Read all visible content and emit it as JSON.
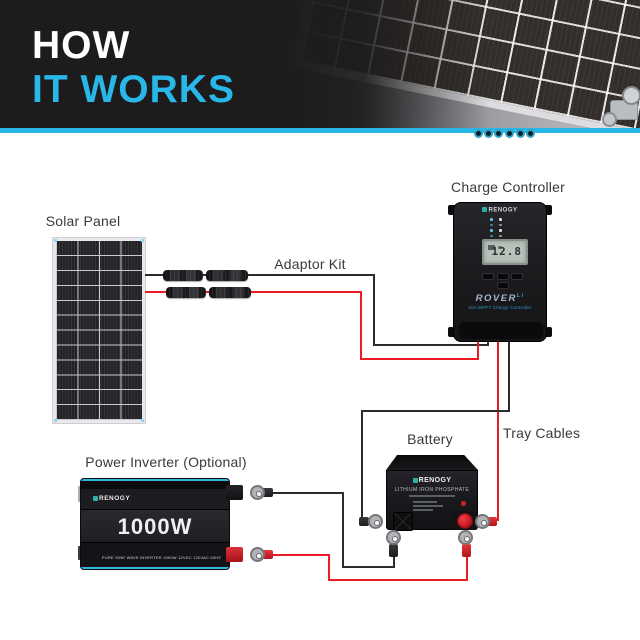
{
  "header": {
    "line1": "HOW",
    "line2": "IT WORKS"
  },
  "labels": {
    "solar_panel": "Solar Panel",
    "adaptor_kit": "Adaptor Kit",
    "charge_controller": "Charge Controller",
    "battery": "Battery",
    "tray_cables": "Tray Cables",
    "power_inverter": "Power Inverter (Optional)"
  },
  "controller": {
    "brand": "RENOGY",
    "lcd_value": "12.8",
    "model": "ROVER",
    "model_tag": "Li",
    "subtitle": "20A MPPT Charge Controller"
  },
  "battery": {
    "brand": "RENOGY",
    "chemistry": "LITHIUM IRON PHOSPHATE"
  },
  "inverter": {
    "brand": "RENOGY",
    "power": "1000W",
    "footnote": "PURE SINE WAVE INVERTER 1000W 12VDC 120VAC 60HZ"
  },
  "colors": {
    "accent_cyan": "#29b7e8",
    "header_bg": "#1d1b1c",
    "wire_red": "#ed1c24",
    "wire_black": "#2c2c2e",
    "terminal_teal": "#35a1c2",
    "label_text": "#3a3a3a"
  }
}
